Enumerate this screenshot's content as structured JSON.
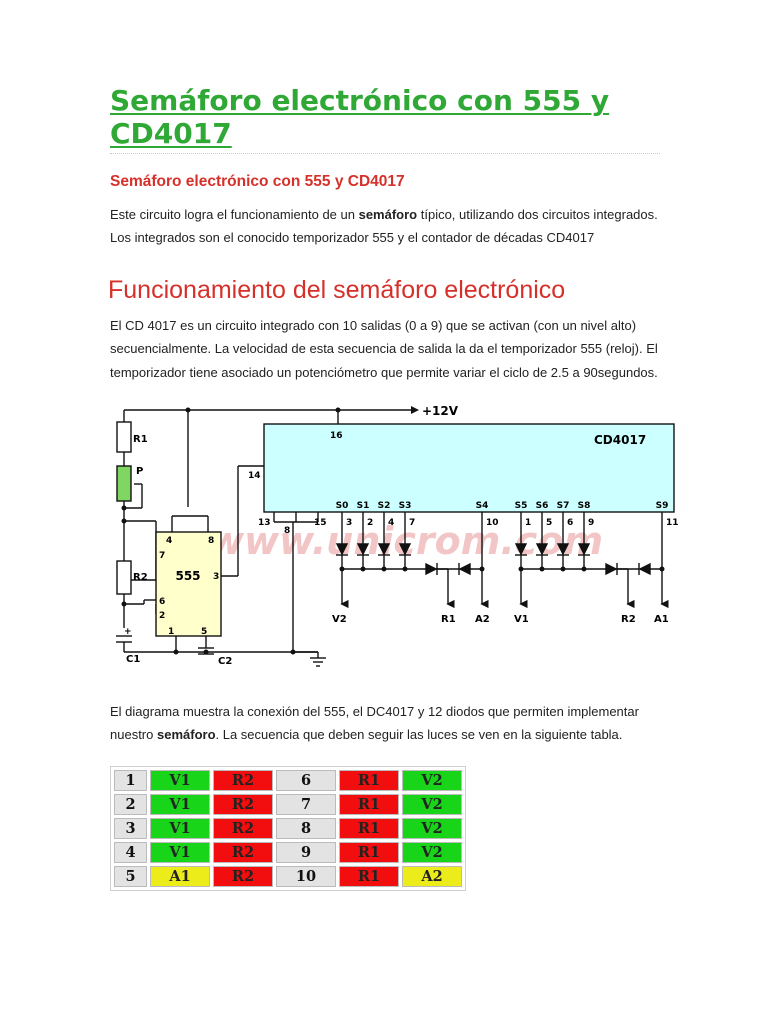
{
  "title": "Semáforo electrónico con 555 y CD4017",
  "subtitle": "Semáforo electrónico con 555 y CD4017",
  "intro": {
    "before": "Este circuito logra el funcionamiento de un ",
    "bold": "semáforo",
    "after": " típico, utilizando dos circuitos integrados. Los integrados son el conocido temporizador 555 y el contador de décadas CD4017"
  },
  "heading2": "Funcionamiento del semáforo electrónico",
  "functioning": "El CD 4017 es un circuito integrado con 10 salidas (0 a 9) que se activan (con un nivel alto) secuencialmente. La velocidad de esta secuencia de salida la da el temporizador 555 (reloj). El temporizador tiene asociado un potenciómetro que permite variar el ciclo de 2.5 a 90segundos.",
  "schematic": {
    "watermark": "www.unicrom.com",
    "supply": "+12V",
    "ic_counter": "CD4017",
    "ic_timer": "555",
    "components": {
      "r1": "R1",
      "p": "P",
      "r2": "R2",
      "c1": "C1",
      "c1_plus": "+",
      "c2": "C2"
    },
    "timer_pins": {
      "p4": "4",
      "p8": "8",
      "p7": "7",
      "p3": "3",
      "p6": "6",
      "p2": "2",
      "p1": "1",
      "p5": "5"
    },
    "counter_pins": {
      "p16": "16",
      "p14": "14",
      "p13": "13",
      "p8": "8",
      "p15": "15"
    },
    "outputs": [
      {
        "label": "S0",
        "pin": "3"
      },
      {
        "label": "S1",
        "pin": "2"
      },
      {
        "label": "S2",
        "pin": "4"
      },
      {
        "label": "S3",
        "pin": "7"
      },
      {
        "label": "S4",
        "pin": "10"
      },
      {
        "label": "S5",
        "pin": "1"
      },
      {
        "label": "S6",
        "pin": "5"
      },
      {
        "label": "S7",
        "pin": "6"
      },
      {
        "label": "S8",
        "pin": "9"
      },
      {
        "label": "S9",
        "pin": "11"
      }
    ],
    "lights": [
      "V2",
      "R1",
      "A2",
      "V1",
      "R2",
      "A1"
    ]
  },
  "diagram_text": {
    "before": "El diagrama muestra la conexión del 555, el DC4017 y 12 diodos que permiten implementar nuestro ",
    "bold": "semáforo",
    "after": ". La secuencia que deben seguir las luces se ven en la siguiente tabla."
  },
  "colors": {
    "V": "#19d51a",
    "R": "#f20e0e",
    "A": "#ecec1a",
    "title": "#2fa836",
    "heading": "#d6302a"
  },
  "sequence": [
    {
      "step": "1",
      "a": "V1",
      "b": "R2",
      "step2": "6",
      "c": "R1",
      "d": "V2"
    },
    {
      "step": "2",
      "a": "V1",
      "b": "R2",
      "step2": "7",
      "c": "R1",
      "d": "V2"
    },
    {
      "step": "3",
      "a": "V1",
      "b": "R2",
      "step2": "8",
      "c": "R1",
      "d": "V2"
    },
    {
      "step": "4",
      "a": "V1",
      "b": "R2",
      "step2": "9",
      "c": "R1",
      "d": "V2"
    },
    {
      "step": "5",
      "a": "A1",
      "b": "R2",
      "step2": "10",
      "c": "R1",
      "d": "A2"
    }
  ]
}
